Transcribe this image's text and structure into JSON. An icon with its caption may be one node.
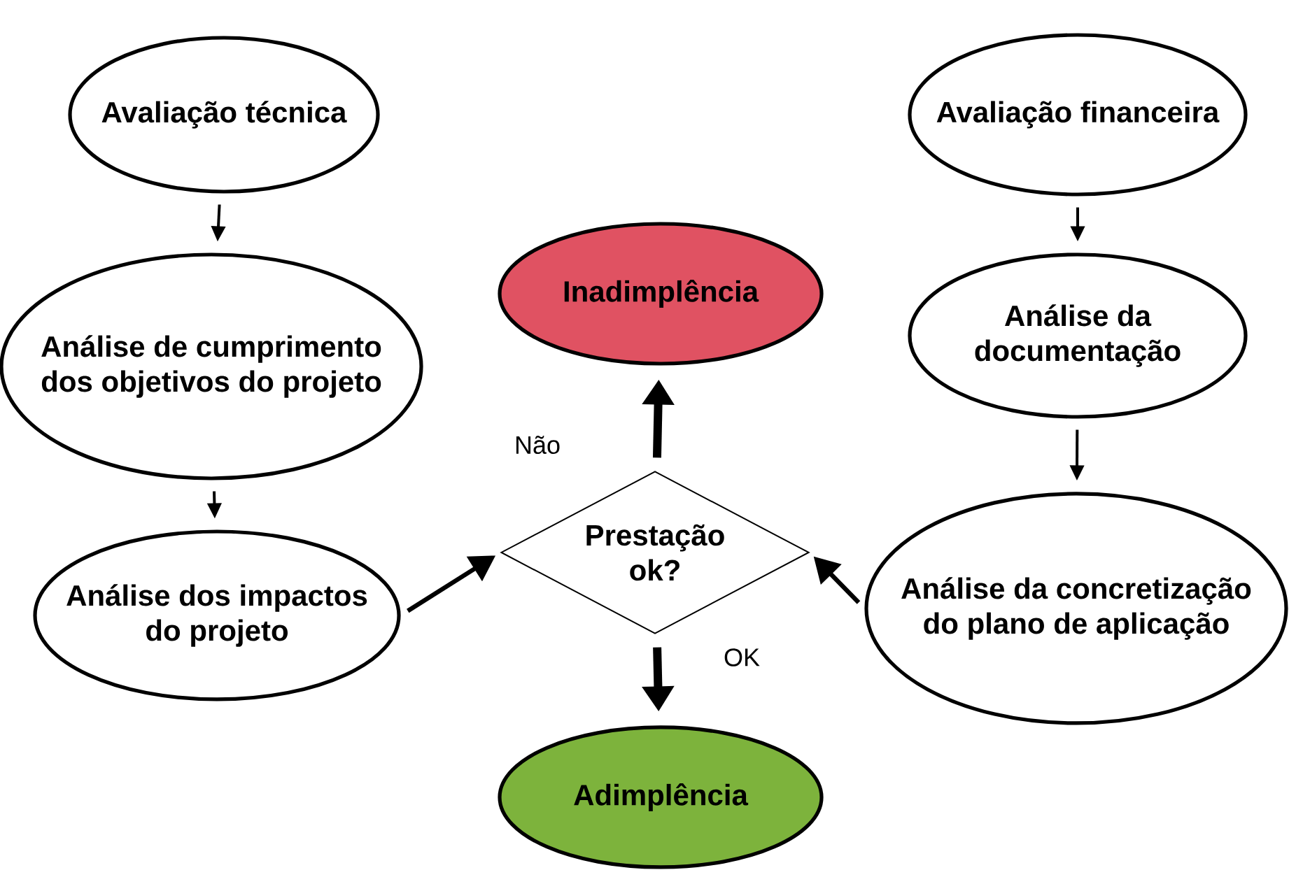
{
  "diagram": {
    "nodes": [
      {
        "text": [
          "Avaliação técnica"
        ]
      },
      {
        "text": [
          "Análise de cumprimento dos objetivos do projeto"
        ]
      },
      {
        "text": [
          "Análise dos impactos do projeto"
        ]
      },
      {
        "text": [
          "Avaliação financeira"
        ]
      },
      {
        "text": [
          "Análise da documentação"
        ]
      },
      {
        "text": [
          "Análise da concretização do plano de aplicação"
        ]
      },
      {
        "text": [
          "Inadimplência"
        ]
      },
      {
        "text": [
          "Prestação ok?"
        ]
      },
      {
        "text": [
          "Adimplência"
        ]
      }
    ],
    "edges": [
      {
        "from": 0,
        "to": 1,
        "arrow": "to"
      },
      {
        "from": 1,
        "to": 2,
        "arrow": "to"
      },
      {
        "from": 3,
        "to": 4,
        "arrow": "to"
      },
      {
        "from": 4,
        "to": 5,
        "arrow": "to"
      },
      {
        "from": 2,
        "to": 7,
        "arrow": "to"
      },
      {
        "from": 5,
        "to": 7,
        "arrow": "to"
      },
      {
        "from": 7,
        "to": 6,
        "arrow": "to",
        "label": "Não",
        "style": "thick"
      },
      {
        "from": 7,
        "to": 8,
        "arrow": "to",
        "label": "OK",
        "style": "thick"
      }
    ]
  }
}
